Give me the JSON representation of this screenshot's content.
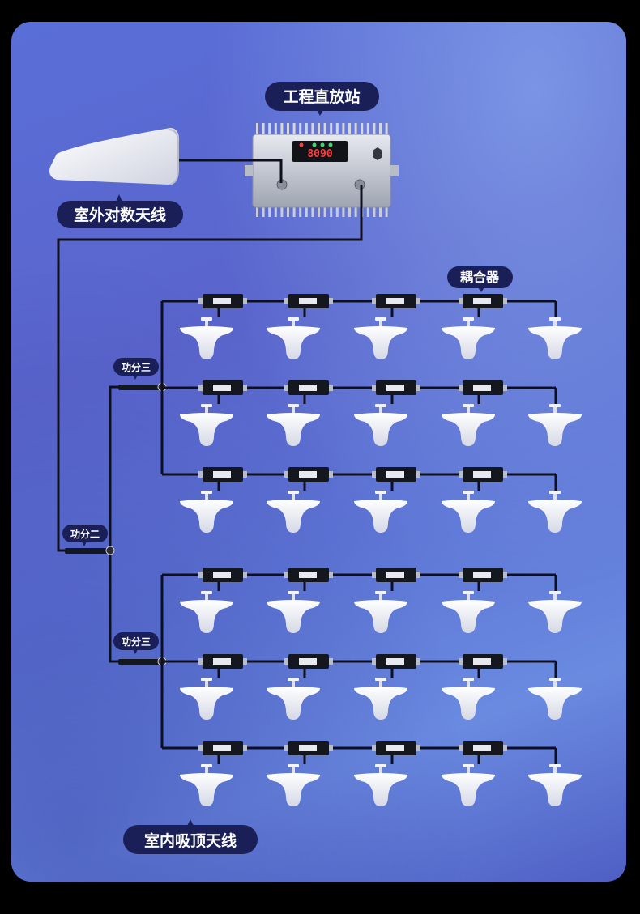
{
  "labels": {
    "repeater": "工程直放站",
    "outdoor_antenna": "室外对数天线",
    "coupler": "耦合器",
    "splitter3_top": "功分三",
    "splitter2": "功分二",
    "splitter3_bottom": "功分三",
    "indoor_antenna": "室内吸顶天线"
  },
  "repeater_display": {
    "readout": "8090"
  },
  "layout": {
    "groups": 2,
    "rows_per_group": 3,
    "couplers_per_row": 4,
    "antennas_per_row": 5
  },
  "colors": {
    "pill": "#1a2057",
    "wire": "#0e1020",
    "antenna": "#f2f3f8",
    "coupler": "#15171f"
  }
}
